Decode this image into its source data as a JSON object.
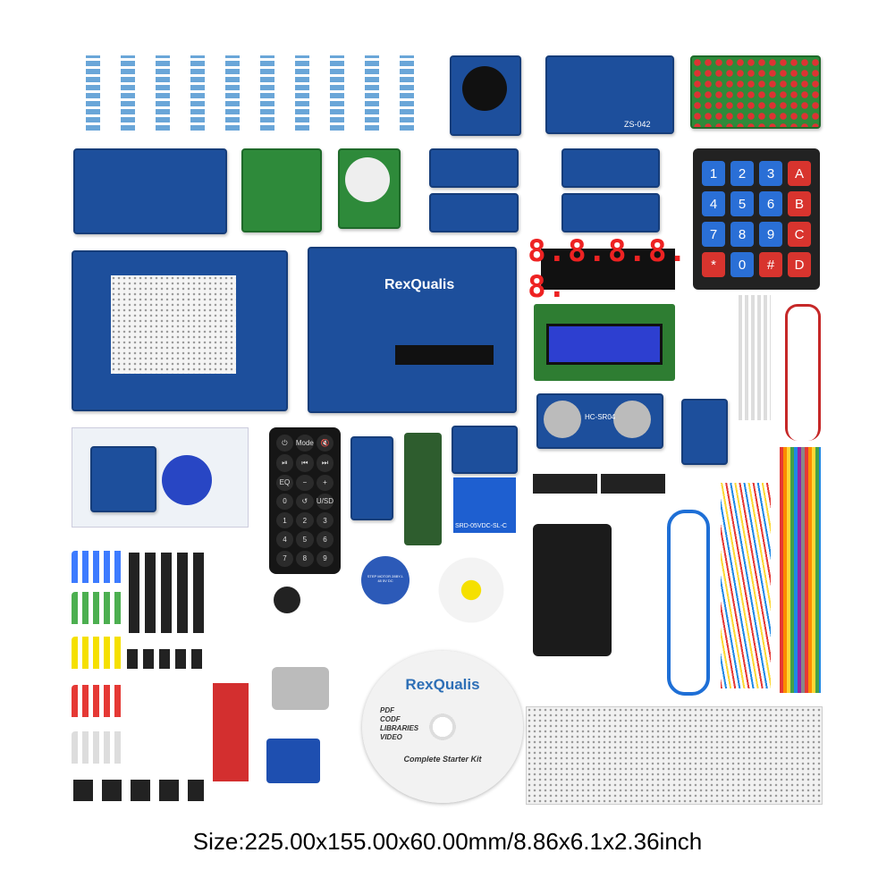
{
  "product": {
    "brand": "RexQualis",
    "caption": "Size:225.00x155.00x60.00mm/8.86x6.1x2.36inch"
  },
  "cd": {
    "brand": "RexQualis",
    "contents": [
      "PDF",
      "CODF",
      "LIBRARIES",
      "VIDEO"
    ],
    "subtitle": "Complete Starter Kit"
  },
  "uno_board": {
    "brand": "RexQualis"
  },
  "rtc_module": {
    "label": "ZS-042"
  },
  "ultrasonic": {
    "label": "HC-SR04"
  },
  "relay": {
    "label": "SRD-05VDC-SL-C"
  },
  "seven_segment": {
    "display": "8.8.8.8. 8."
  },
  "keypad": {
    "keys": [
      "1",
      "2",
      "3",
      "A",
      "4",
      "5",
      "6",
      "B",
      "7",
      "8",
      "9",
      "C",
      "*",
      "0",
      "#",
      "D"
    ]
  },
  "remote": {
    "buttons": [
      "⏻",
      "Mode",
      "🔇",
      "⏯",
      "⏮",
      "⏭",
      "EQ",
      "−",
      "+",
      "0",
      "↺",
      "U/SD",
      "1",
      "2",
      "3",
      "4",
      "5",
      "6",
      "7",
      "8",
      "9"
    ]
  },
  "stepper_motor": {
    "label": "STEP MOTOR 28BYJ-48 5V DC"
  },
  "colors": {
    "pcb_blue": "#1d4f9c",
    "key_blue": "#2a6fd6",
    "key_red": "#d8342e"
  }
}
